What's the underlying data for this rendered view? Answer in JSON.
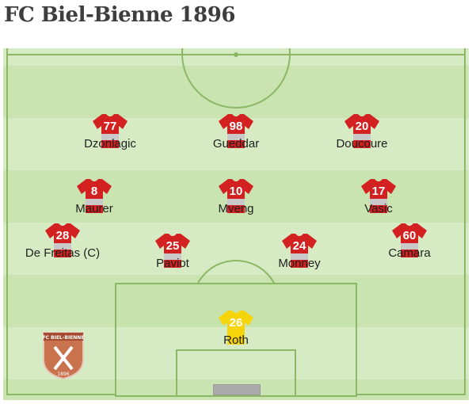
{
  "team": {
    "name": "FC Biel-Bienne 1896"
  },
  "crest": {
    "top_text": "FC BIEL-BIENNE",
    "year": "1896"
  },
  "colors": {
    "home_shirt": "#d32020",
    "home_shirt_band": "#c9c9c9",
    "keeper_shirt": "#f6d40a",
    "pitch_light": "#d6ebc4",
    "pitch_dark": "#c6e3ac",
    "lines": "#8cb765"
  },
  "players": [
    {
      "number": "77",
      "name": "Dzonlagic",
      "role": "forward"
    },
    {
      "number": "98",
      "name": "Gueddar",
      "role": "forward"
    },
    {
      "number": "20",
      "name": "Doucoure",
      "role": "forward"
    },
    {
      "number": "8",
      "name": "Maurer",
      "role": "midfielder"
    },
    {
      "number": "10",
      "name": "Mveng",
      "role": "midfielder"
    },
    {
      "number": "17",
      "name": "Vasic",
      "role": "midfielder"
    },
    {
      "number": "28",
      "name": "De Freitas (C)",
      "role": "defender"
    },
    {
      "number": "25",
      "name": "Paviot",
      "role": "defender"
    },
    {
      "number": "24",
      "name": "Monney",
      "role": "defender"
    },
    {
      "number": "60",
      "name": "Camara",
      "role": "defender"
    },
    {
      "number": "26",
      "name": "Roth",
      "role": "goalkeeper"
    }
  ]
}
